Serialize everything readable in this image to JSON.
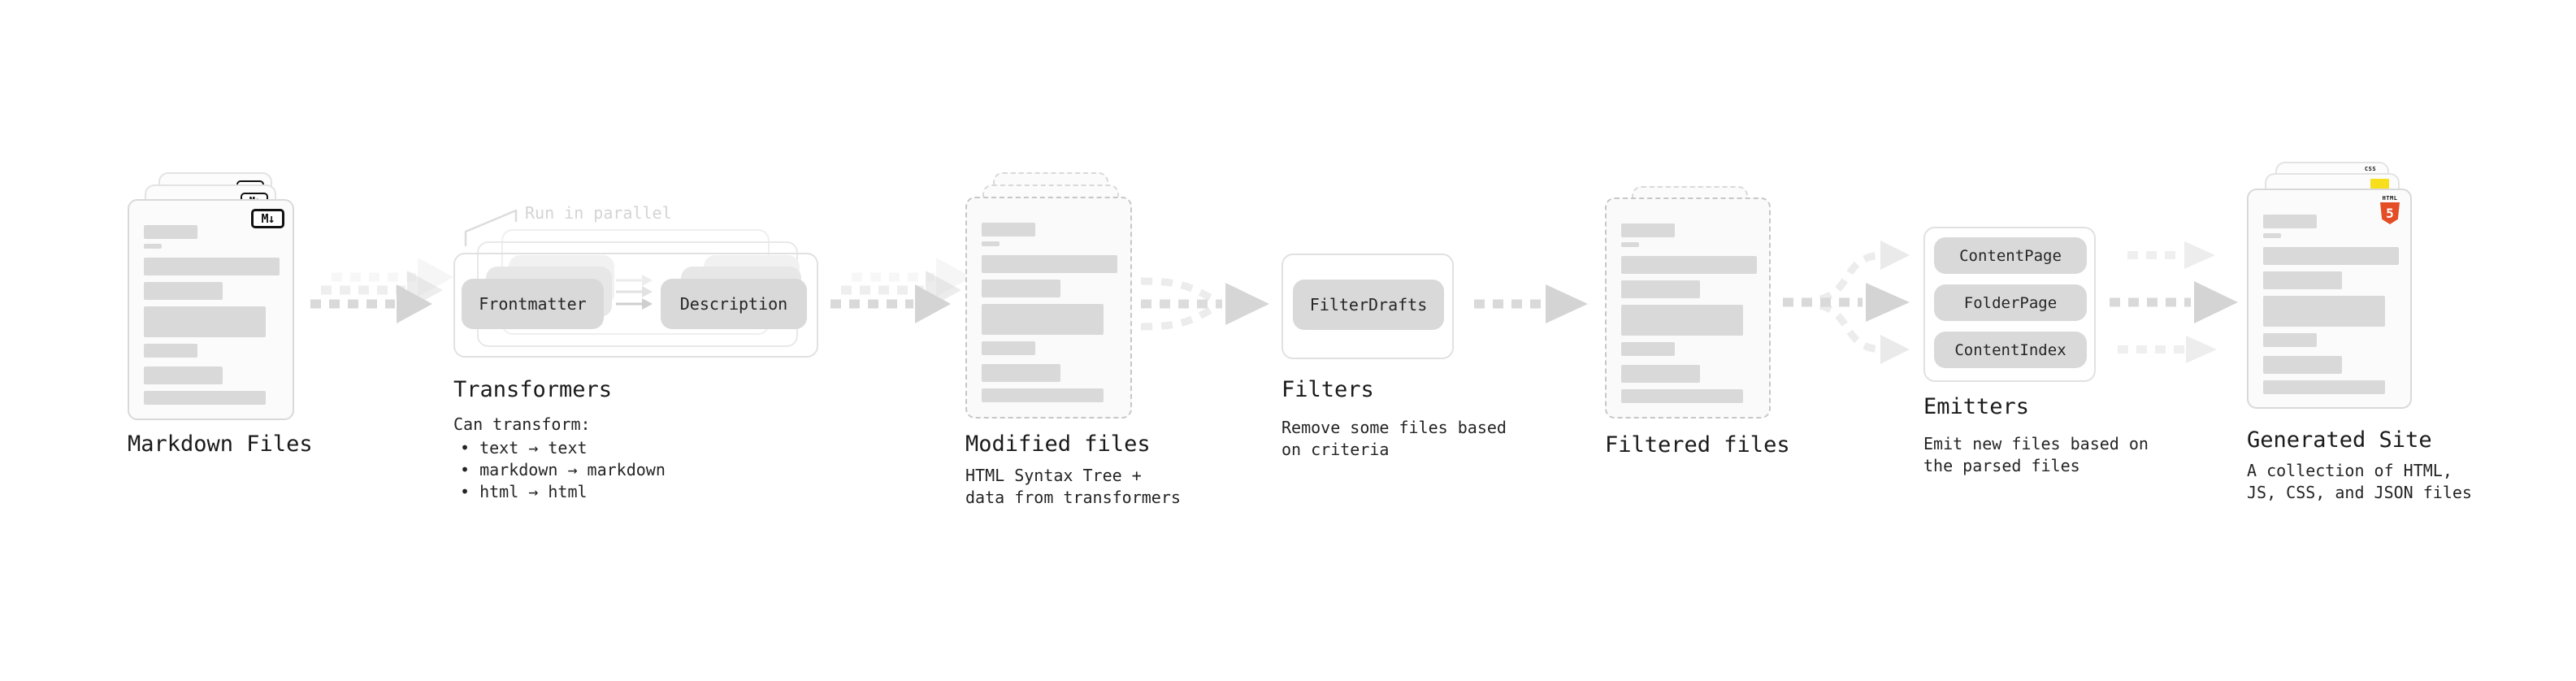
{
  "diagram": {
    "markdown_files": {
      "label": "Markdown Files",
      "icon_text": "M↓"
    },
    "transformers": {
      "annotation": "Run in parallel",
      "pill_left": "Frontmatter",
      "pill_right": "Description",
      "label": "Transformers",
      "desc_title": "Can transform:",
      "bullets": [
        "• text → text",
        "• markdown → markdown",
        "• html → html"
      ]
    },
    "modified_files": {
      "label": "Modified files",
      "description": "HTML Syntax Tree +\ndata from transformers"
    },
    "filters": {
      "label": "Filters",
      "pill": "FilterDrafts",
      "description": "Remove some files based\non criteria"
    },
    "filtered_files": {
      "label": "Filtered files"
    },
    "emitters": {
      "label": "Emitters",
      "pills": [
        "ContentPage",
        "FolderPage",
        "ContentIndex"
      ],
      "description": "Emit new files based on\nthe parsed files"
    },
    "generated_site": {
      "label": "Generated Site",
      "description": "A collection of HTML,\nJS, CSS, and JSON files",
      "html5_wordmark": "HTML",
      "html5_numeral": "5",
      "css_label": "CSS"
    }
  },
  "colors": {
    "background": "#ffffff",
    "card_fill": "#fbfbfb",
    "card_border": "#d9d9d9",
    "placeholder_bar": "#d9d9d9",
    "pill_fill": "#d9d9d9",
    "arrow_gray": "#d9d9d9",
    "annotation_gray": "#d4d4d4",
    "text_dark": "#1a1a1a",
    "html5_orange": "#e44d26",
    "js_yellow": "#f7df1e",
    "css_blue": "#2b6fe3"
  }
}
